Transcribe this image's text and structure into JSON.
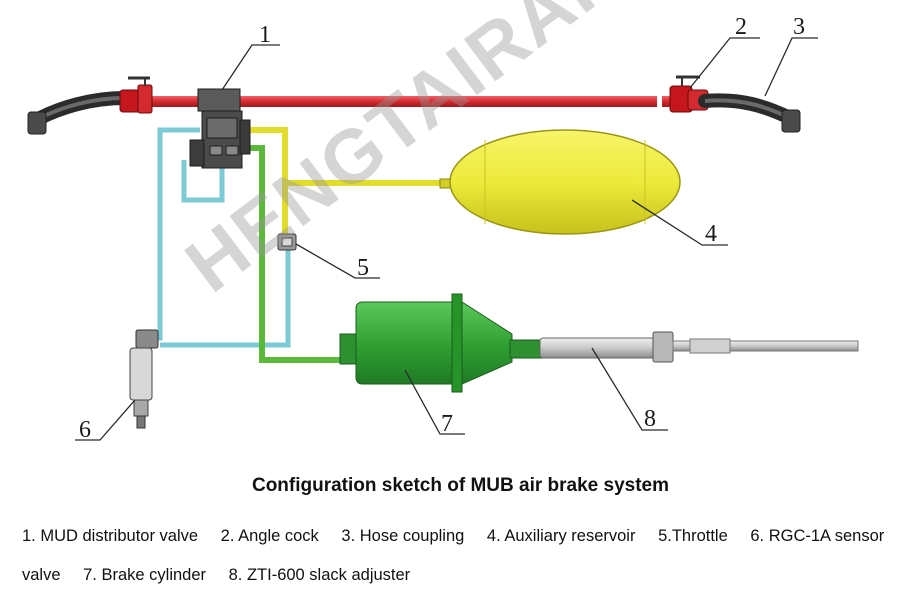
{
  "diagram": {
    "callouts": [
      "1",
      "2",
      "3",
      "4",
      "5",
      "6",
      "7",
      "8"
    ],
    "watermark": "HENGTAIRAIL",
    "colors": {
      "train_pipe": "#d42a2f",
      "angle_cock": "#c4161c",
      "reservoir_pipe": "#e2dc2c",
      "reservoir": "#ecea3a",
      "cylinder_pipe": "#5cb83a",
      "brake_cylinder": "#34a035",
      "sensor_pipe": "#7ccad6",
      "valve_body": "#444444"
    }
  },
  "caption": "Configuration sketch of MUB air brake system",
  "legend": [
    "1. MUD distributor valve",
    "2. Angle cock",
    "3. Hose coupling",
    "4. Auxiliary reservoir",
    "5.Throttle",
    "6. RGC-1A sensor valve",
    "7. Brake cylinder",
    "8. ZTI-600 slack adjuster"
  ]
}
